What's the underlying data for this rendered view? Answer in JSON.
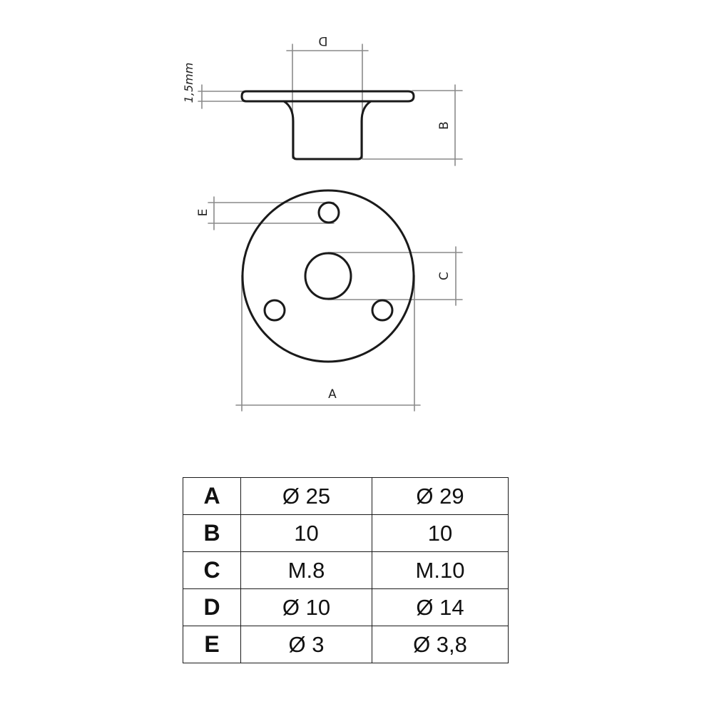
{
  "drawing": {
    "labels": {
      "a": "A",
      "b": "B",
      "c": "C",
      "d": "D",
      "e": "E",
      "thickness": "1,5mm"
    },
    "colors": {
      "outline": "#1a1a1a",
      "dimension": "#8a8a8a"
    }
  },
  "table": {
    "rows": [
      {
        "key": "A",
        "v1": "Ø 25",
        "v2": "Ø 29"
      },
      {
        "key": "B",
        "v1": "10",
        "v2": "10"
      },
      {
        "key": "C",
        "v1": "M.8",
        "v2": "M.10"
      },
      {
        "key": "D",
        "v1": "Ø 10",
        "v2": "Ø 14"
      },
      {
        "key": "E",
        "v1": "Ø 3",
        "v2": "Ø 3,8"
      }
    ]
  }
}
